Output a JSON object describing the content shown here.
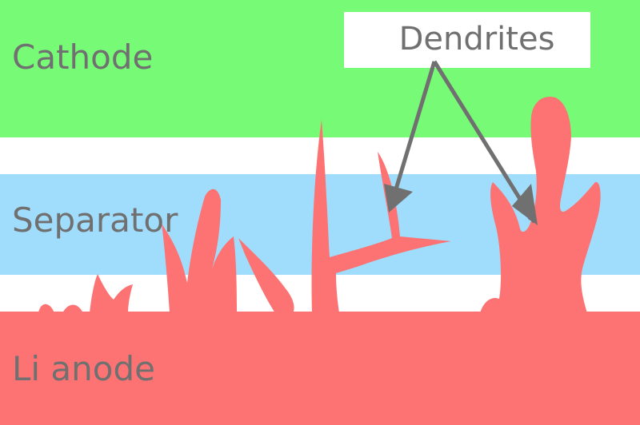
{
  "labels": {
    "cathode": "Cathode",
    "separator": "Separator",
    "anode": "Li anode",
    "callout": "Dendrites"
  },
  "colors": {
    "cathode": "#77fb77",
    "separator": "#a0dcfb",
    "anode": "#fd7272",
    "gap": "#ffffff",
    "text": "#707070",
    "arrow": "#707070"
  }
}
